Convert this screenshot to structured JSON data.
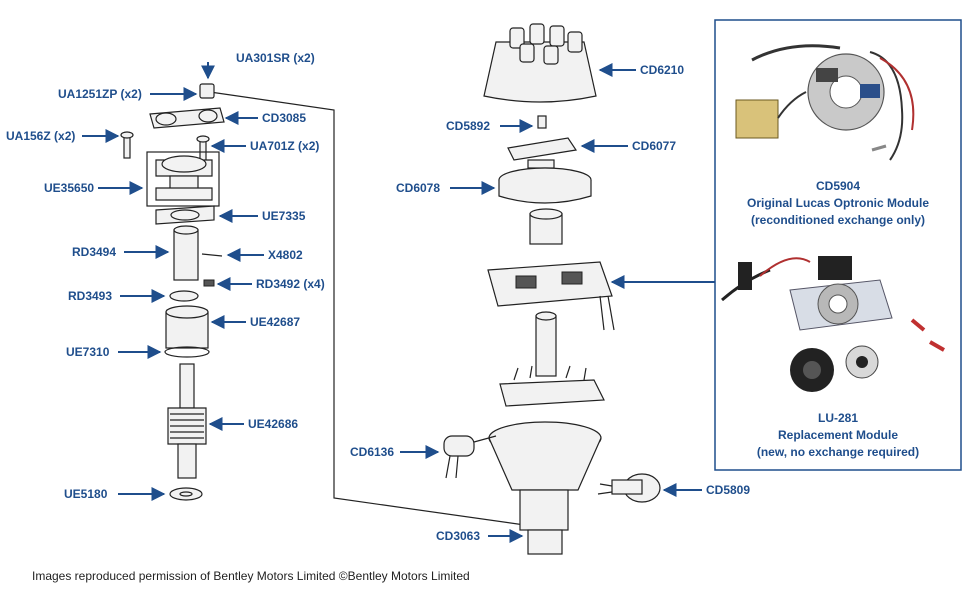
{
  "colors": {
    "label": "#1f4e8c",
    "line": "#222222",
    "panel_border": "#1f4e8c"
  },
  "parts_left": {
    "ua301sr": "UA301SR (x2)",
    "ua1251zp": "UA1251ZP (x2)",
    "cd3085": "CD3085",
    "ua156z": "UA156Z (x2)",
    "ua701z": "UA701Z (x2)",
    "ue35650": "UE35650",
    "ue7335": "UE7335",
    "rd3494": "RD3494",
    "x4802": "X4802",
    "rd3492": "RD3492 (x4)",
    "rd3493": "RD3493",
    "ue42687": "UE42687",
    "ue7310": "UE7310",
    "ue42686": "UE42686",
    "ue5180": "UE5180"
  },
  "parts_center": {
    "cd6210": "CD6210",
    "cd5892": "CD5892",
    "cd6077": "CD6077",
    "cd6078": "CD6078",
    "cd6136": "CD6136",
    "cd5809": "CD5809",
    "cd3063": "CD3063"
  },
  "panel": {
    "module1": {
      "code": "CD5904",
      "title": "Original Lucas Optronic Module",
      "note": "(reconditioned exchange only)"
    },
    "module2": {
      "code": "LU-281",
      "title": "Replacement Module",
      "note": "(new, no exchange required)"
    }
  },
  "credit": "Images reproduced permission of Bentley Motors Limited ©Bentley Motors Limited"
}
